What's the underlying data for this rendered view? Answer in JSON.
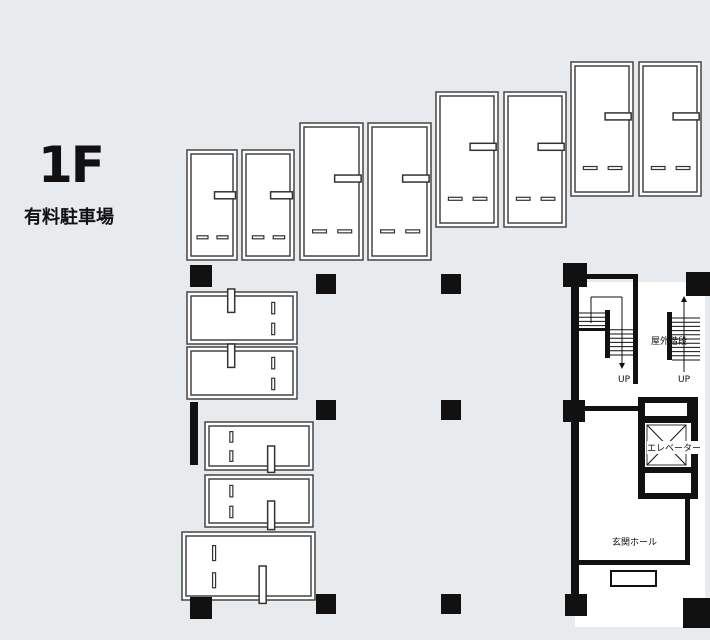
{
  "floor": {
    "title": "1F",
    "subtitle": "有料駐車場"
  },
  "labels": {
    "outdoor_stairs": "屋外階段",
    "elevator": "エレベーター",
    "entrance_hall": "玄関ホール",
    "up_left": "UP",
    "up_right": "UP"
  },
  "colors": {
    "background": "#e8ebee",
    "wall": "#111111",
    "room": "#ffffff"
  }
}
